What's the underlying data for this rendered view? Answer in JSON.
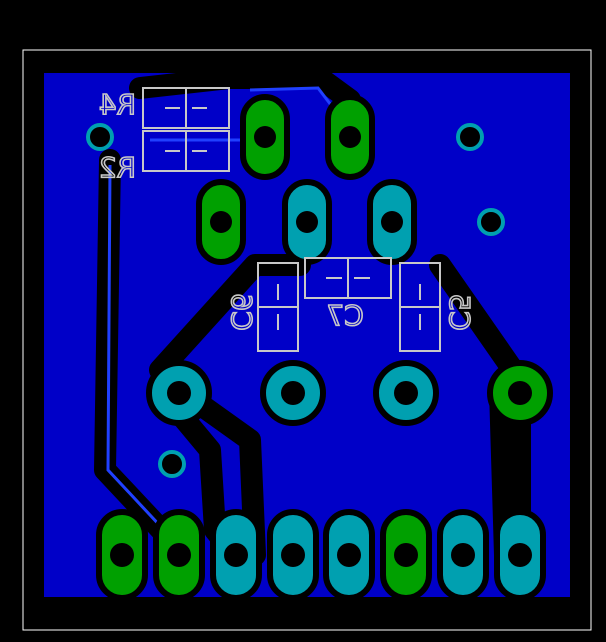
{
  "colors": {
    "background": "#000000",
    "board_outline": "#ffffff",
    "copper_pour": "#0000c8",
    "trace_clearance": "#000000",
    "pad_green": "#00a000",
    "pad_cyan": "#00a0b0",
    "drill": "#000000",
    "silkscreen": "#c8c8c8",
    "trace_blue": "#2040ff"
  },
  "components": {
    "r4": {
      "label": "R4"
    },
    "r2": {
      "label": "R2"
    },
    "c6": {
      "label": "C6"
    },
    "c7": {
      "label": "C7"
    },
    "c5": {
      "label": "C5"
    }
  },
  "pads": {
    "oval_green": [
      "pad-top-1",
      "pad-top-2",
      "pad-mid-1"
    ],
    "oval_cyan": [
      "pad-mid-2",
      "pad-mid-3"
    ],
    "round_green": [
      "pad-round-1",
      "pad-round-4"
    ],
    "round_cyan": [
      "pad-round-2",
      "pad-round-3"
    ],
    "connector_count": 8
  },
  "vias": [
    "via-1",
    "via-2",
    "via-3",
    "via-4"
  ]
}
